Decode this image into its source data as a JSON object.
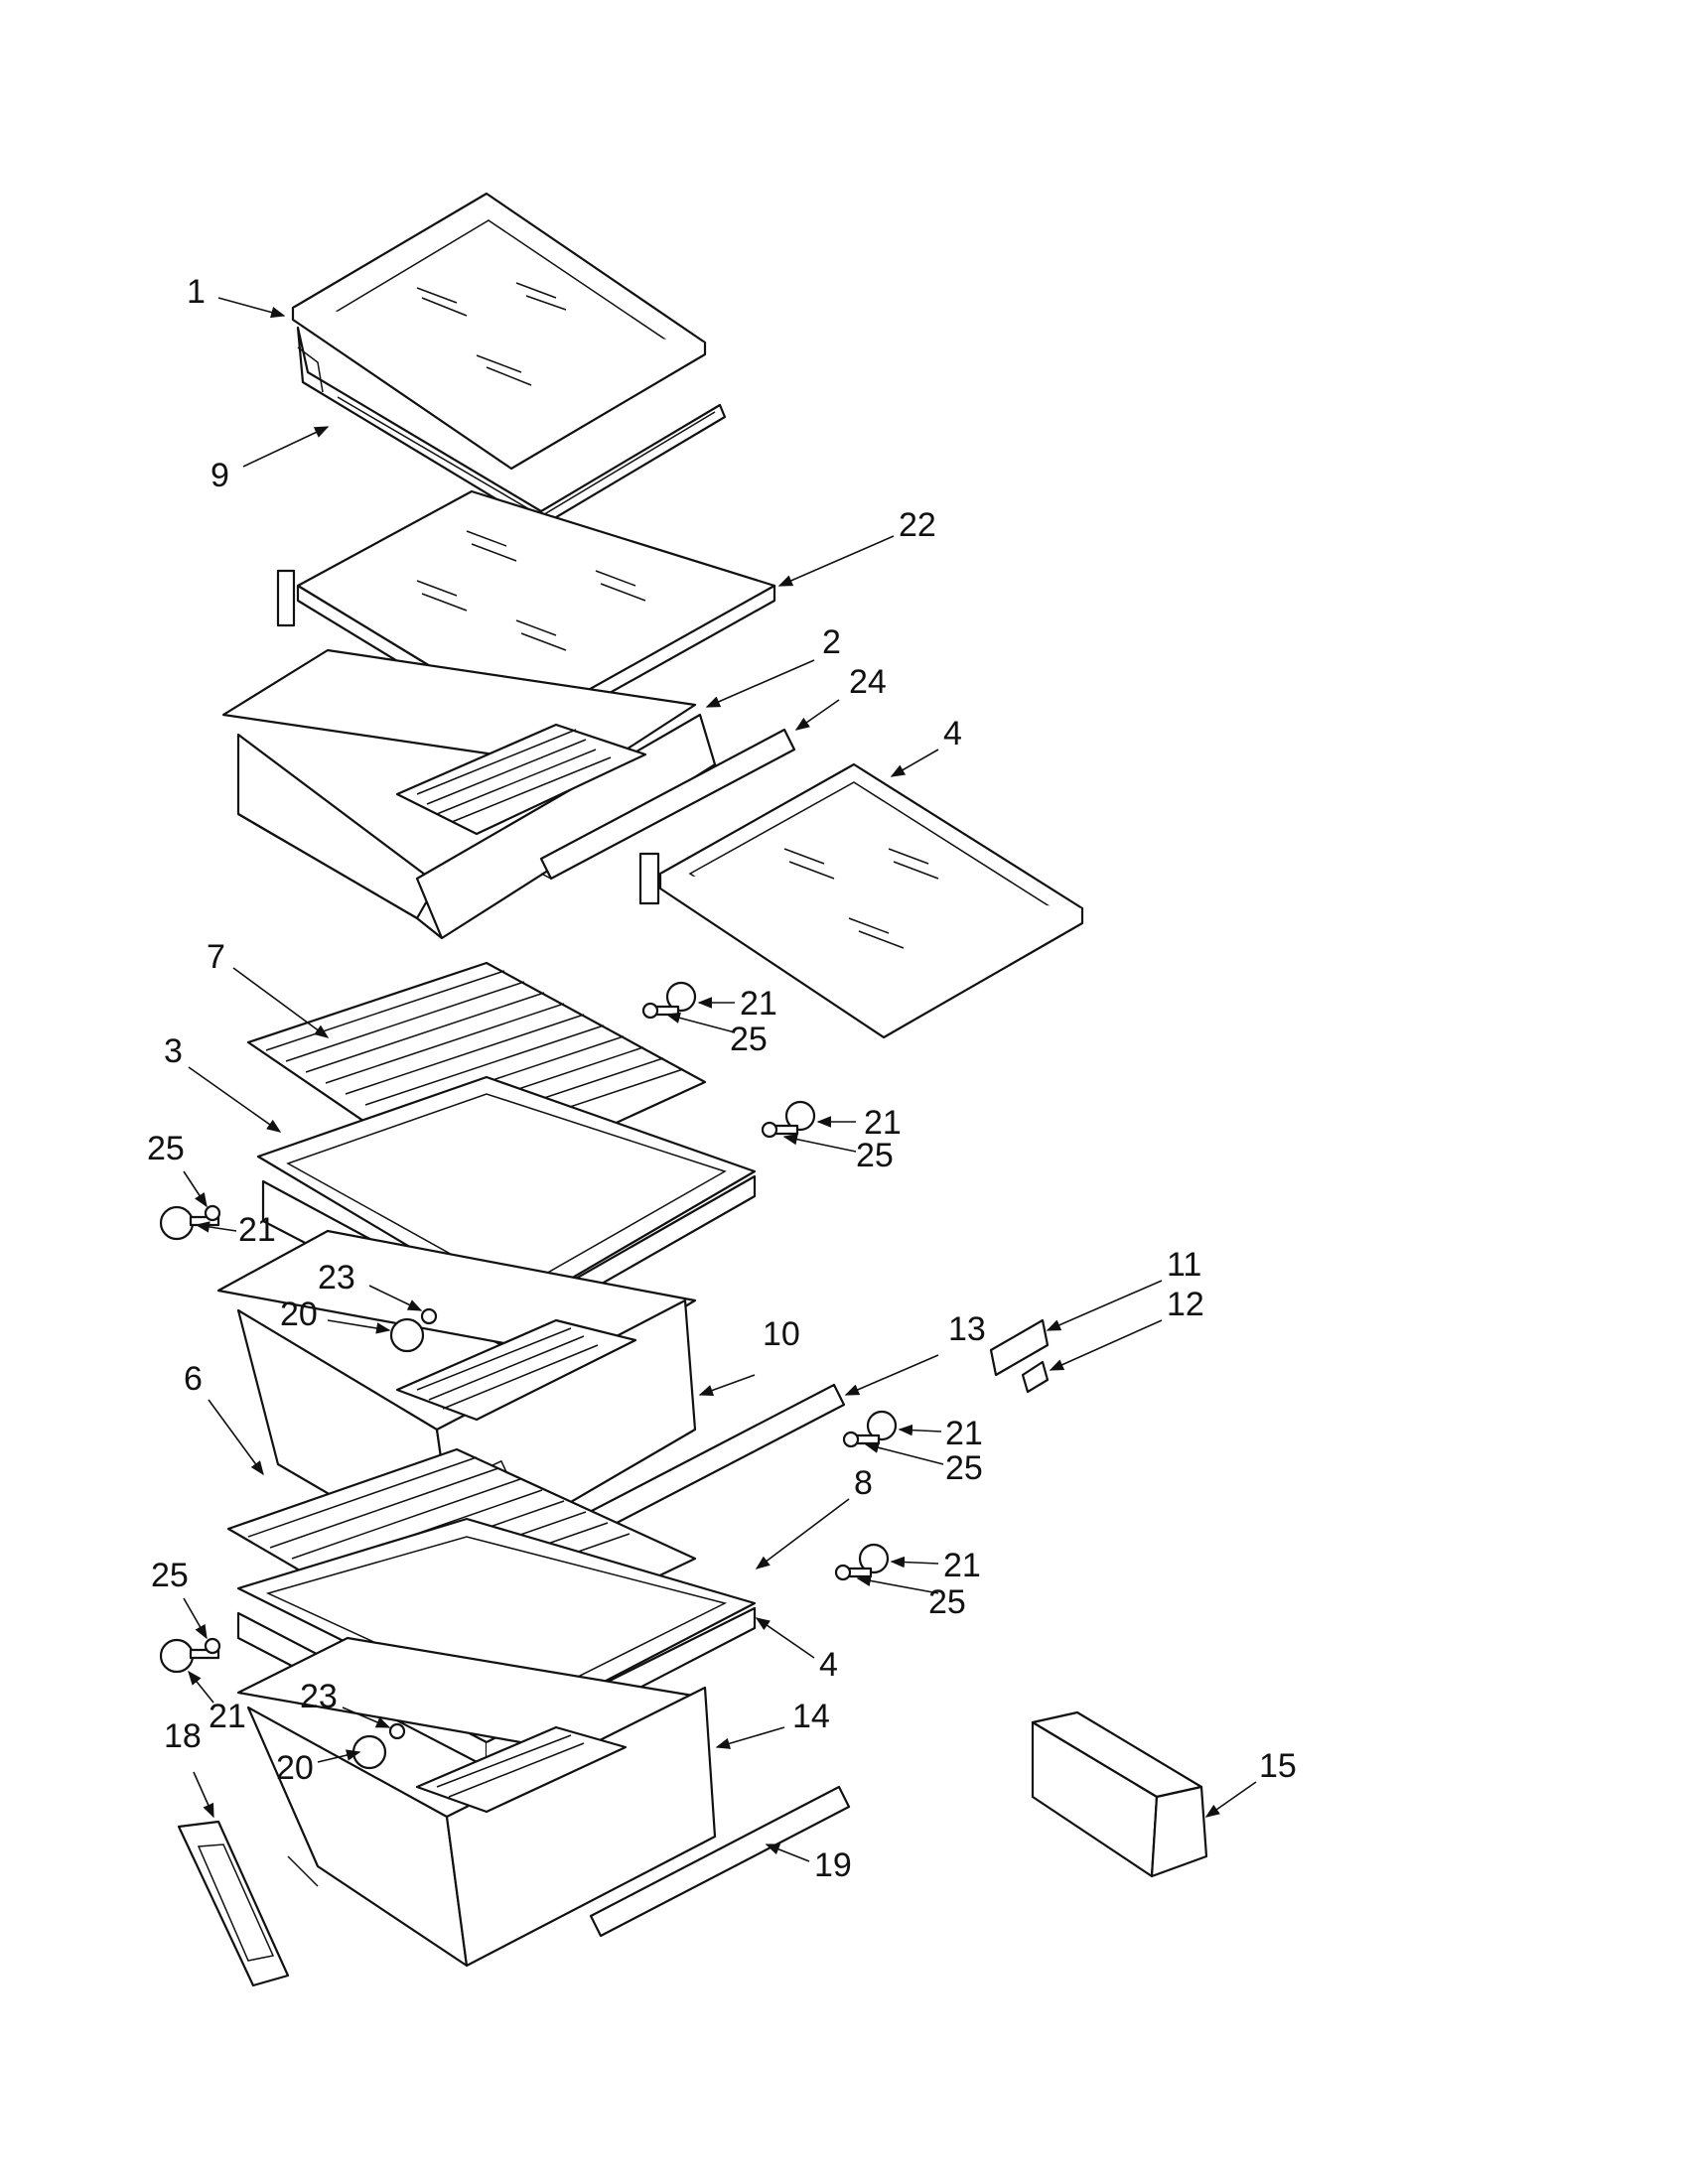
{
  "callouts": [
    {
      "id": "c1",
      "text": "1"
    },
    {
      "id": "c9",
      "text": "9"
    },
    {
      "id": "c22",
      "text": "22"
    },
    {
      "id": "c2",
      "text": "2"
    },
    {
      "id": "c24",
      "text": "24"
    },
    {
      "id": "c4a",
      "text": "4"
    },
    {
      "id": "c7",
      "text": "7"
    },
    {
      "id": "c21a",
      "text": "21"
    },
    {
      "id": "c25a",
      "text": "25"
    },
    {
      "id": "c3",
      "text": "3"
    },
    {
      "id": "c21b",
      "text": "21"
    },
    {
      "id": "c25b",
      "text": "25"
    },
    {
      "id": "c25c",
      "text": "25"
    },
    {
      "id": "c21c",
      "text": "21"
    },
    {
      "id": "c23a",
      "text": "23"
    },
    {
      "id": "c20a",
      "text": "20"
    },
    {
      "id": "c11",
      "text": "11"
    },
    {
      "id": "c12",
      "text": "12"
    },
    {
      "id": "c10",
      "text": "10"
    },
    {
      "id": "c13",
      "text": "13"
    },
    {
      "id": "c6",
      "text": "6"
    },
    {
      "id": "c21d",
      "text": "21"
    },
    {
      "id": "c25d",
      "text": "25"
    },
    {
      "id": "c8",
      "text": "8"
    },
    {
      "id": "c25e",
      "text": "25"
    },
    {
      "id": "c21e",
      "text": "21"
    },
    {
      "id": "c25f",
      "text": "25"
    },
    {
      "id": "c4b",
      "text": "4"
    },
    {
      "id": "c21f",
      "text": "21"
    },
    {
      "id": "c23b",
      "text": "23"
    },
    {
      "id": "c18",
      "text": "18"
    },
    {
      "id": "c20b",
      "text": "20"
    },
    {
      "id": "c14",
      "text": "14"
    },
    {
      "id": "c15",
      "text": "15"
    },
    {
      "id": "c19",
      "text": "19"
    }
  ]
}
